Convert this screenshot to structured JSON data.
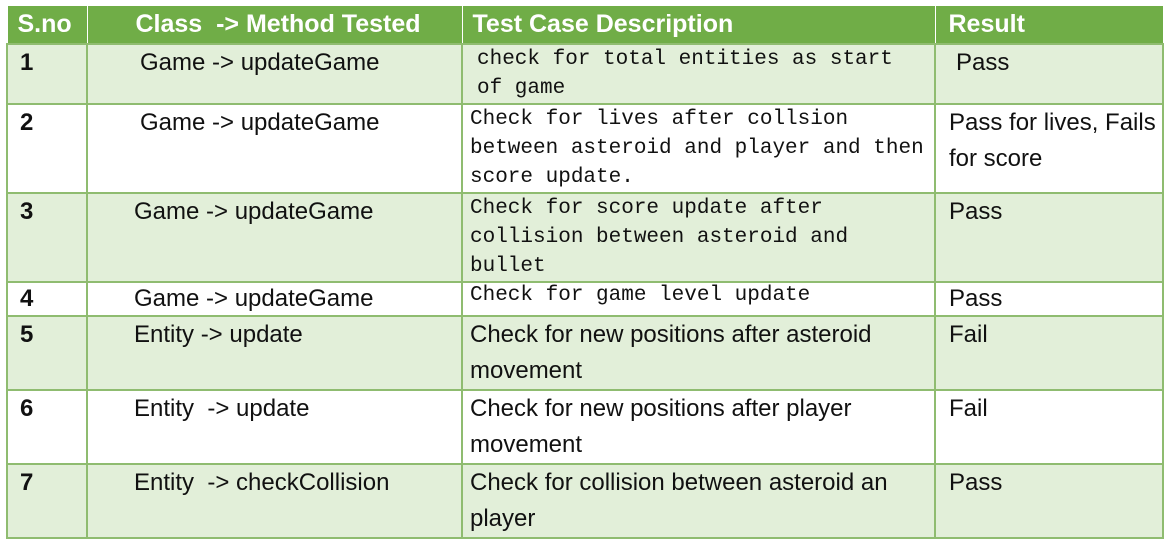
{
  "table": {
    "headers": [
      "S.no",
      "Class  -> Method Tested",
      "Test Case Description",
      "Result"
    ],
    "rows": [
      {
        "sno": "1",
        "method": "Game -> updateGame",
        "description": "check for total entities as start of game",
        "result": "Pass"
      },
      {
        "sno": "2",
        "method": "Game -> updateGame",
        "description": "Check for lives after collsion between asteroid and player and then score update.",
        "result": "Pass for lives, Fails for score"
      },
      {
        "sno": "3",
        "method": "Game -> updateGame",
        "description": "Check for score update after collision between asteroid and bullet",
        "result": "Pass"
      },
      {
        "sno": "4",
        "method": "Game -> updateGame",
        "description": "Check for game level update",
        "result": "Pass"
      },
      {
        "sno": "5",
        "method": "Entity -> update",
        "description": "Check for new positions after asteroid movement",
        "result": "Fail"
      },
      {
        "sno": "6",
        "method": "Entity  -> update",
        "description": "Check for new positions after player movement",
        "result": "Fail"
      },
      {
        "sno": "7",
        "method": "Entity  -> checkCollision",
        "description": "Check for collision between asteroid an player",
        "result": "Pass"
      }
    ]
  },
  "colors": {
    "header_bg": "#70ad47",
    "row_odd_bg": "#e2efd9",
    "row_even_bg": "#ffffff",
    "border": "#8fbc70"
  }
}
